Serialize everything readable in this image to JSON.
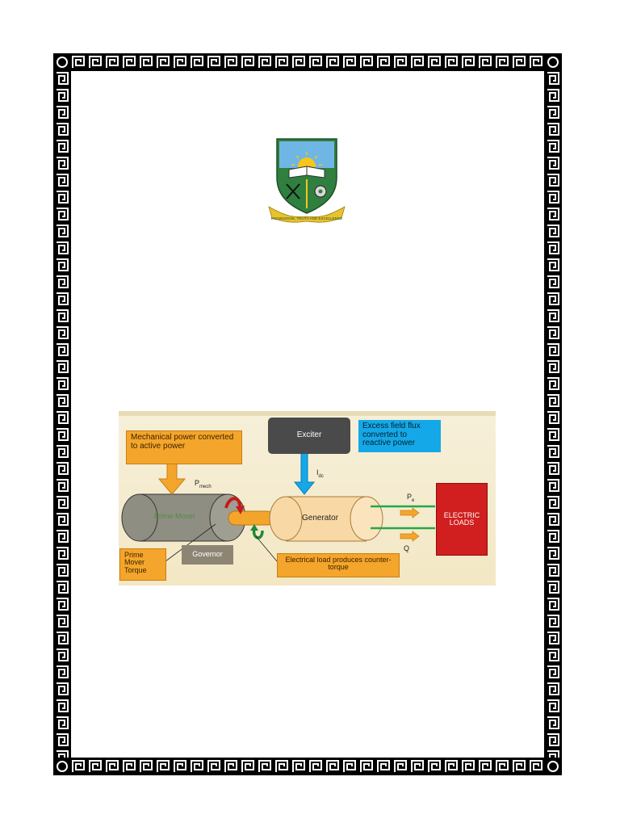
{
  "page": {
    "background": "#ffffff",
    "border_color": "#000000"
  },
  "crest": {
    "motto": "KNOWLEDGE, TRUTH AND EXCELLENCE",
    "colors": {
      "shield": "#2f7f3f",
      "sky": "#6fb6e4",
      "sun": "#f6c619",
      "ribbon": "#e9c32c"
    }
  },
  "diagram": {
    "labels": {
      "mechanical_power": "Mechanical power converted to active power",
      "exciter": "Exciter",
      "excess_field": "Excess field flux converted to reactive power",
      "p_mech": "P",
      "p_mech_sub": "mech",
      "i_dc": "I",
      "i_dc_sub": "dc",
      "prime_mover": "Prime Mover",
      "generator": "Generator",
      "p_e": "P",
      "p_e_sub": "e",
      "q": "Q",
      "electric_loads": "ELECTRIC LOADS",
      "governor": "Governor",
      "prime_mover_torque": "Prime Mover Torque",
      "counter_torque": "Electrical load produces counter-torque"
    },
    "colors": {
      "orange": "#f4a52b",
      "exciter": "#4a4a4a",
      "blue": "#14a8e8",
      "red": "#d11e1e",
      "prime_mover": "#8f8e83",
      "generator": "#f8d9a6",
      "green_line": "#22a84a"
    }
  }
}
